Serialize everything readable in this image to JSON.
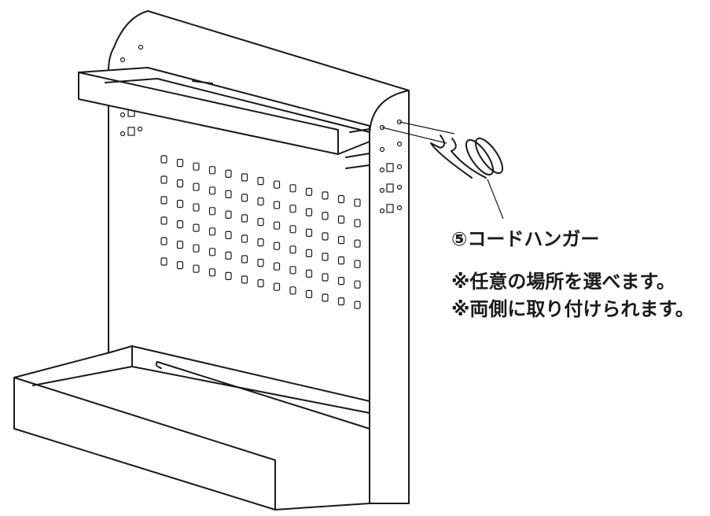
{
  "callout": {
    "part_label": "⑤コードハンガー",
    "note_1": "※任意の場所を選べます。",
    "note_2": "※両側に取り付けられます。"
  },
  "colors": {
    "line": "#1a1a1a",
    "background": "#ffffff"
  },
  "illustration": {
    "subject": "desk side rack with pegboard panel, upper shelf, lower tray and cord hanger",
    "pegboard_grid": {
      "rows": 6,
      "columns": 13
    }
  }
}
